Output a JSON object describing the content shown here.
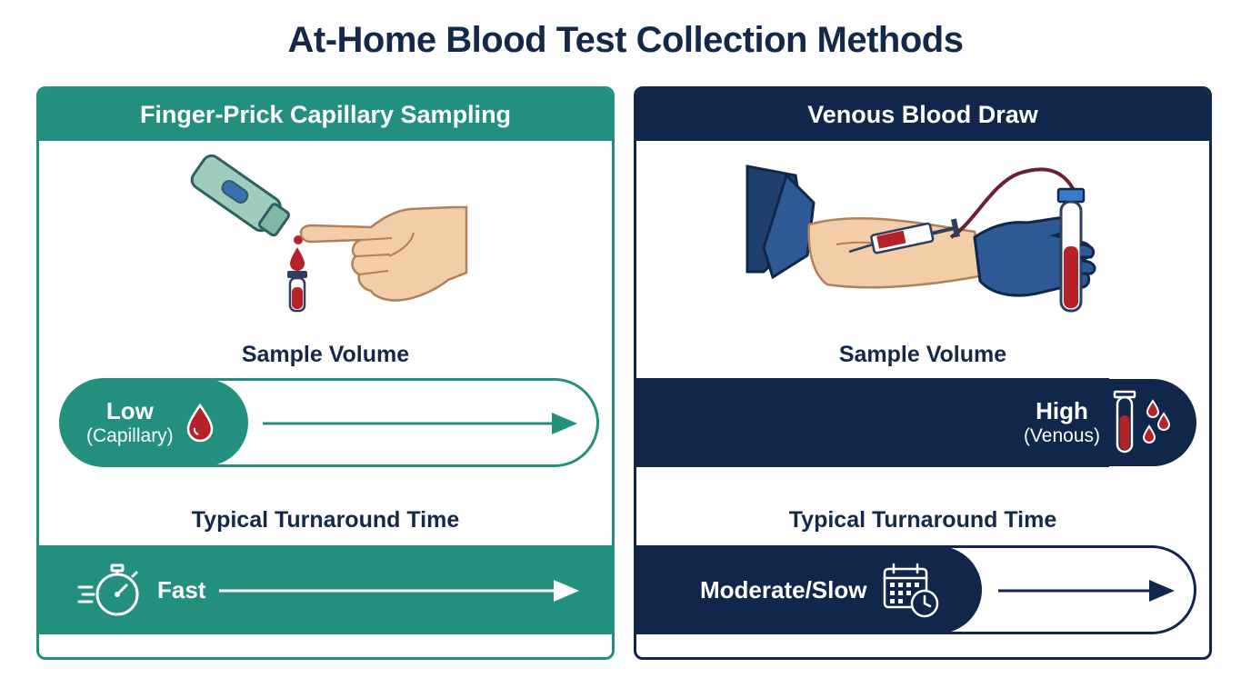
{
  "title": "At-Home Blood Test Collection Methods",
  "colors": {
    "teal": "#23907f",
    "navy": "#10264a",
    "blood": "#b4222a",
    "skin": "#f3cda8"
  },
  "left_panel": {
    "header": "Finger-Prick Capillary Sampling",
    "volume_label": "Sample Volume",
    "volume_value": "Low",
    "volume_qualifier": "(Capillary)",
    "time_label": "Typical Turnaround Time",
    "time_value": "Fast",
    "icons": [
      "lancet-icon",
      "blood-drop-icon",
      "stopwatch-icon"
    ]
  },
  "right_panel": {
    "header": "Venous Blood Draw",
    "volume_label": "Sample Volume",
    "volume_value": "High",
    "volume_qualifier": "(Venous)",
    "time_label": "Typical Turnaround Time",
    "time_value": "Moderate/Slow",
    "icons": [
      "syringe-icon",
      "test-tube-icon",
      "calendar-clock-icon"
    ]
  }
}
